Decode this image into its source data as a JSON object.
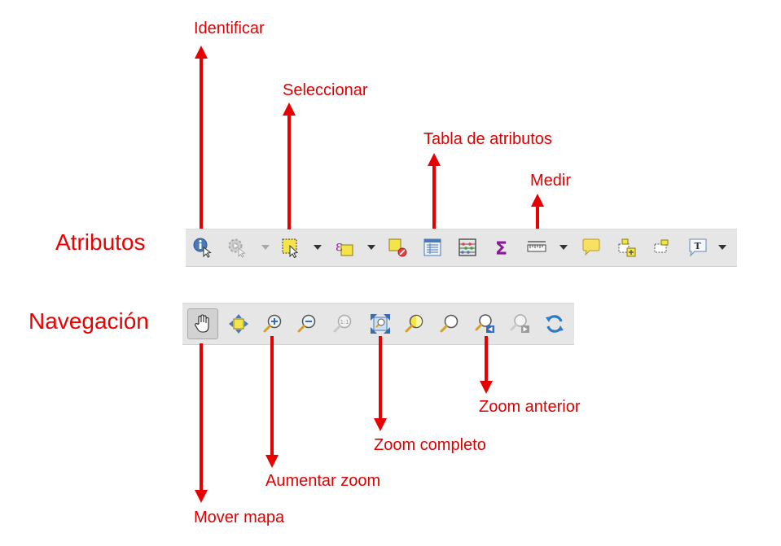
{
  "sections": {
    "atributos": "Atributos",
    "navegacion": "Navegación"
  },
  "annotations": {
    "identificar": "Identificar",
    "seleccionar": "Seleccionar",
    "tabla_atributos": "Tabla de atributos",
    "medir": "Medir",
    "mover_mapa": "Mover mapa",
    "aumentar_zoom": "Aumentar zoom",
    "zoom_completo": "Zoom completo",
    "zoom_anterior": "Zoom anterior"
  },
  "colors": {
    "annotation": "#e00000",
    "toolbar_bg": "#e6e6e6"
  }
}
